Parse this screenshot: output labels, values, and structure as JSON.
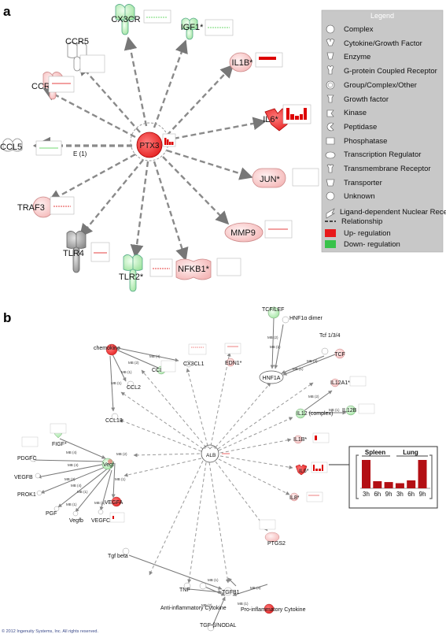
{
  "panel_a": {
    "label": "a",
    "hub": "PTX3",
    "nodes": [
      "CX3CR",
      "IGF1*",
      "CCR5",
      "IL1B*",
      "CCR2",
      "IL6*",
      "CCL5",
      "JUN*",
      "TRAF3",
      "MMP9",
      "TLR4",
      "NFKB1*",
      "TLR2*"
    ],
    "edge_label": "E (1)"
  },
  "legend": {
    "title": "Legend",
    "items": [
      "Complex",
      "Cytokine/Growth Factor",
      "Enzyme",
      "G-protein Coupled Receptor",
      "Group/Complex/Other",
      "Growth factor",
      "Kinase",
      "Peptidase",
      "Phosphatase",
      "Transcription Regulator",
      "Transmembrane Receptor",
      "Transporter",
      "Unknown",
      "Ligand-dependent Nuclear Receptor"
    ],
    "relationship": "Relationship",
    "up": "Up- regulation",
    "down": "Down- regulation",
    "colors": {
      "up": "#e8191b",
      "down": "#39c24a",
      "bg": "#c8c8c8"
    }
  },
  "panel_b": {
    "label": "b",
    "hub": "ALB",
    "nodes": [
      "TCF/LEF",
      "HNF1α dimer",
      "Tcf 1/3/4",
      "chemokine",
      "TCF",
      "CX3CL1",
      "EDN1*",
      "CCL5*",
      "HNF1A",
      "CCL2",
      "IL12A1*",
      "IL12 (complex)",
      "IL12B",
      "CCL13",
      "FIGF*",
      "IL1B*",
      "PDGFC",
      "Vegf",
      "IL6*",
      "VEGFB",
      "PROK1",
      "VEGFA",
      "IL8*",
      "PGF",
      "Vegfb",
      "VEGFC",
      "PTGS2",
      "Tgf beta",
      "TNF",
      "TGFB1",
      "Anti-inflammatory Cytokine",
      "Pro-inflammatory Cytokine",
      "TGF-β/NODAL"
    ],
    "edge_labels": [
      "MB (4)",
      "MB (2)",
      "MB (1)",
      "MB (1)",
      "MB (2)",
      "MB (1)",
      "MB (4)",
      "MB (1)",
      "MB (2)",
      "MB (1)",
      "MB (4)",
      "MB (4)",
      "MB (2)",
      "MB (4)",
      "MB (1)",
      "MB (1)",
      "MB (4)",
      "MB (1)",
      "MB (2)",
      "MB (1)",
      "MB (2)",
      "MB (1)",
      "MB (4)"
    ],
    "copyright": "© 2012 Ingenuity Systems, Inc. All rights reserved."
  },
  "inset": {
    "groups": [
      "Spleen",
      "Lung"
    ],
    "categories": [
      "3h",
      "6h",
      "9h",
      "3h",
      "6h",
      "9h"
    ],
    "values": [
      1.0,
      0.25,
      0.22,
      0.18,
      0.28,
      1.0
    ],
    "color": "#b30f14"
  }
}
